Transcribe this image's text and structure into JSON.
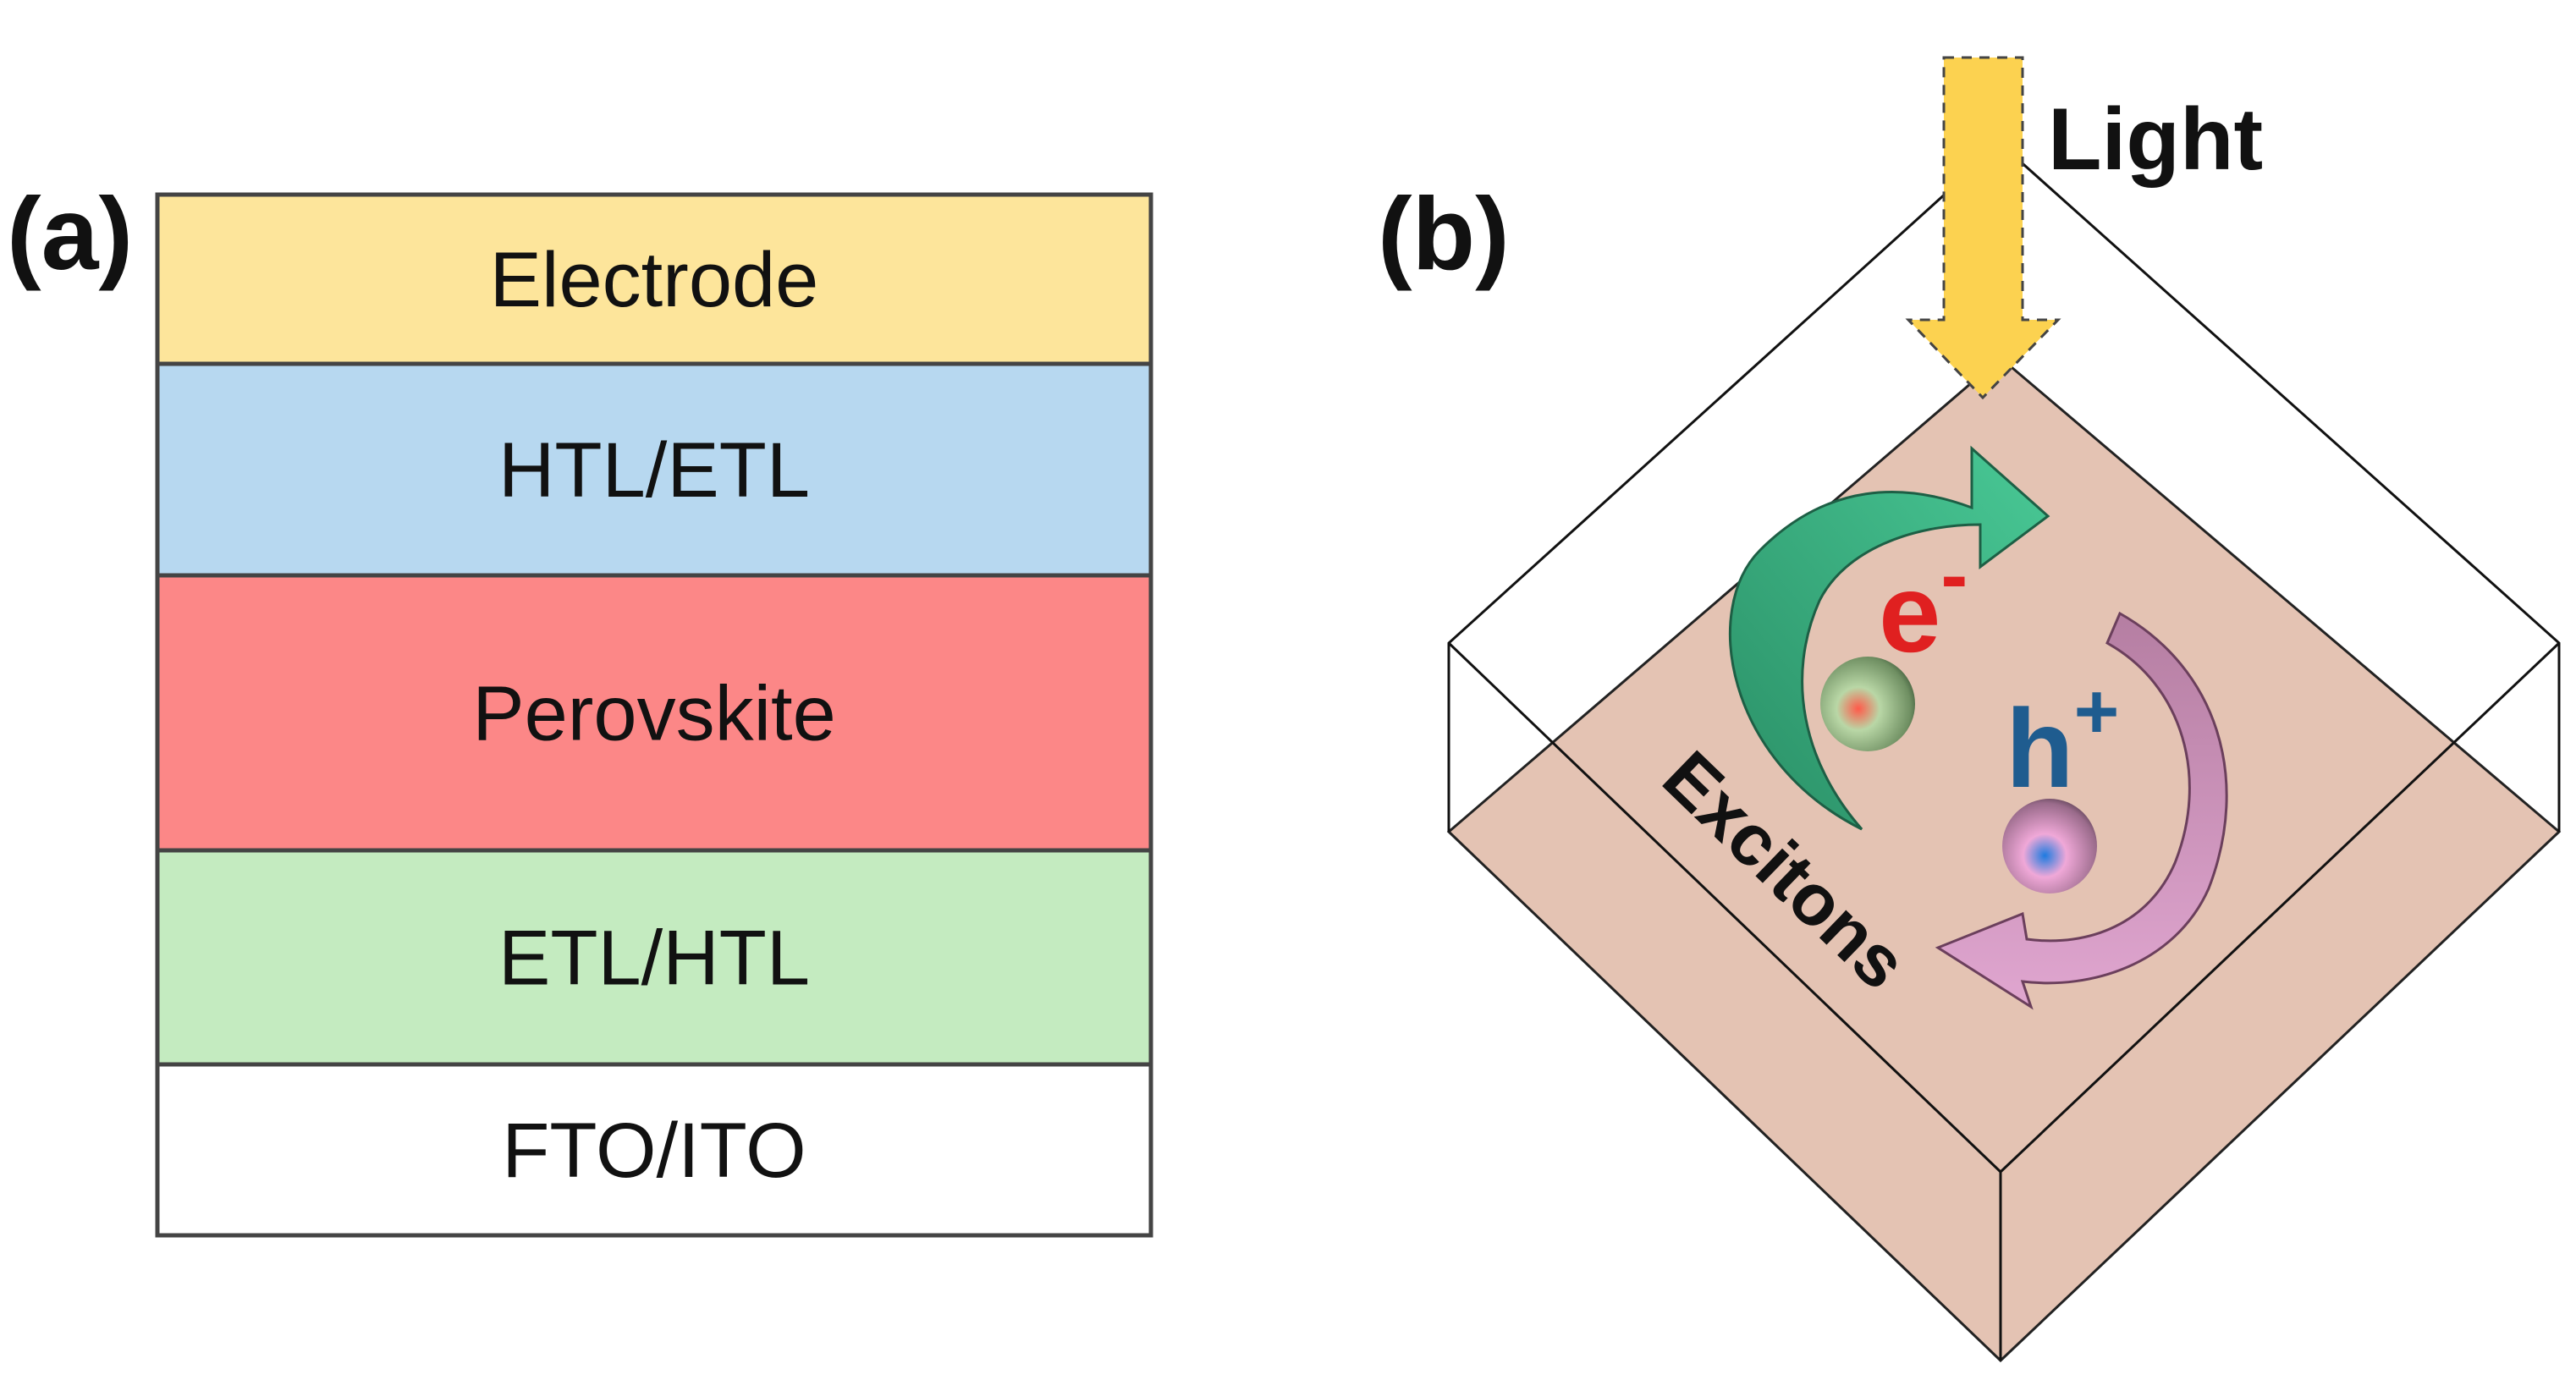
{
  "panel_a": {
    "label": "(a)",
    "layers": [
      {
        "name": "Electrode",
        "color": "#fde59b"
      },
      {
        "name": "HTL/ETL",
        "color": "#b7d8f0"
      },
      {
        "name": "Perovskite",
        "color": "#fc8787"
      },
      {
        "name": "ETL/HTL",
        "color": "#c4ebc0"
      },
      {
        "name": "FTO/ITO",
        "color": "#ffffff"
      }
    ]
  },
  "panel_b": {
    "label": "(b)",
    "light_label": "Light",
    "electron_label": "e",
    "electron_sup": "-",
    "hole_label": "h",
    "hole_sup": "+",
    "excitons_label": "Excitons",
    "colors": {
      "crystal_face": "#e4c3b3",
      "light_arrow": "#fcd250",
      "electron_arrow": "#2fa678",
      "hole_arrow": "#c98ab6",
      "electron_text": "#e02020",
      "hole_text": "#1f5c8f"
    }
  }
}
